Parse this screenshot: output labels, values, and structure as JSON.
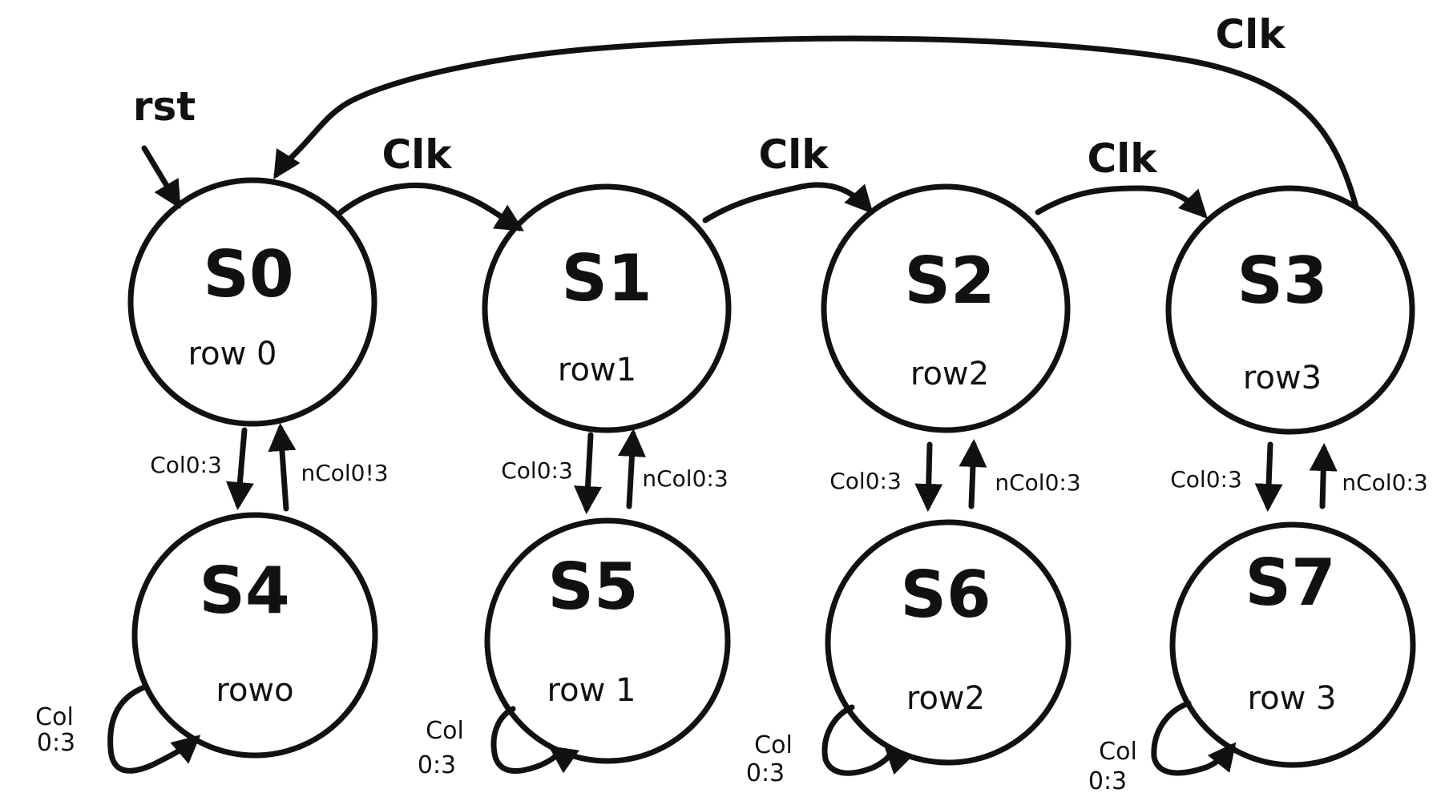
{
  "diagram": {
    "stroke_color": "#111111",
    "background": "#ffffff",
    "states": [
      {
        "id": "s0",
        "name": "S0",
        "output": "row 0"
      },
      {
        "id": "s1",
        "name": "S1",
        "output": "row1"
      },
      {
        "id": "s2",
        "name": "S2",
        "output": "row2"
      },
      {
        "id": "s3",
        "name": "S3",
        "output": "row3"
      },
      {
        "id": "s4",
        "name": "S4",
        "output": "rowo"
      },
      {
        "id": "s5",
        "name": "S5",
        "output": "row 1"
      },
      {
        "id": "s6",
        "name": "S6",
        "output": "row2"
      },
      {
        "id": "s7",
        "name": "S7",
        "output": "row 3"
      }
    ],
    "reset_label": "rst",
    "transitions": {
      "clk": "Clk",
      "col_down": "Col0:3",
      "col_up": "nCol0:3",
      "col_up_s4": "nCol0!3",
      "self_loop_top": "Col",
      "self_loop_bottom": "0:3"
    }
  }
}
